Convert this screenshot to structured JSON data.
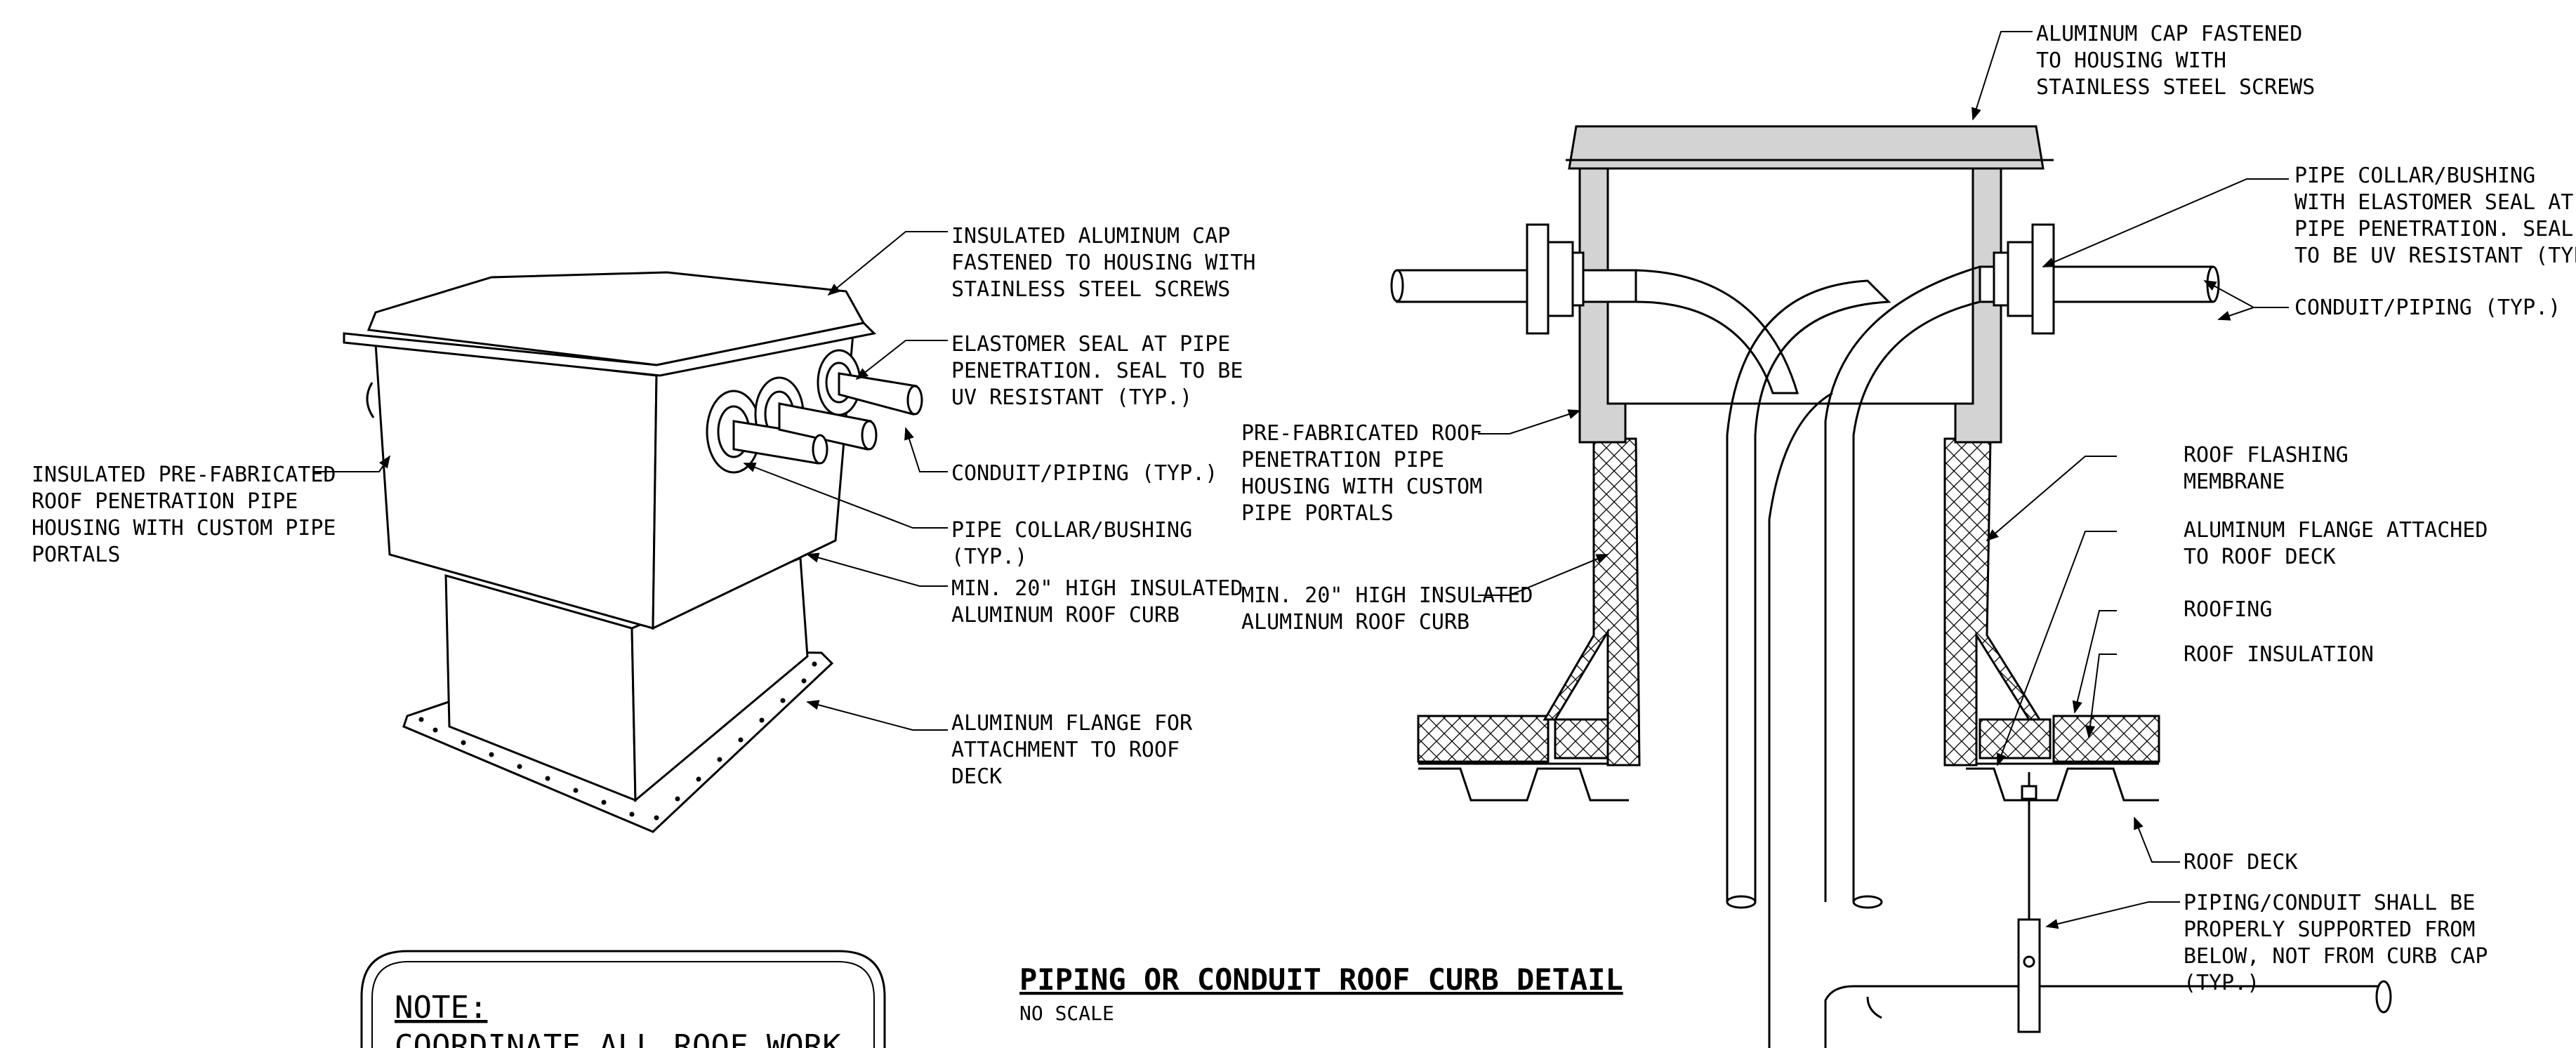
{
  "title": "PIPING OR CONDUIT ROOF CURB DETAIL",
  "subtitle": "NO SCALE",
  "note": {
    "heading": "NOTE:",
    "line1": "COORDINATE ALL ROOF WORK"
  },
  "isometric_labels": {
    "cap": [
      "INSULATED ALUMINUM CAP",
      "FASTENED TO HOUSING WITH",
      "STAINLESS STEEL SCREWS"
    ],
    "seal": [
      "ELASTOMER SEAL AT PIPE",
      "PENETRATION.  SEAL TO BE",
      "UV RESISTANT (TYP.)"
    ],
    "conduit": [
      "CONDUIT/PIPING (TYP.)"
    ],
    "housing": [
      "INSULATED PRE-FABRICATED",
      "ROOF PENETRATION PIPE",
      "HOUSING WITH CUSTOM PIPE",
      "PORTALS"
    ],
    "collar": [
      "PIPE COLLAR/BUSHING",
      "(TYP.)"
    ],
    "curb": [
      "MIN. 20\" HIGH INSULATED",
      "ALUMINUM ROOF CURB"
    ],
    "flange": [
      "ALUMINUM FLANGE FOR",
      "ATTACHMENT TO ROOF",
      "DECK"
    ]
  },
  "section_labels": {
    "cap": [
      "ALUMINUM CAP FASTENED",
      "TO HOUSING WITH",
      "STAINLESS STEEL SCREWS"
    ],
    "collar": [
      "PIPE COLLAR/BUSHING",
      "WITH ELASTOMER SEAL AT",
      "PIPE PENETRATION.  SEAL",
      "TO BE UV RESISTANT (TYP.)"
    ],
    "conduit": [
      "CONDUIT/PIPING (TYP.)"
    ],
    "housing": [
      "PRE-FABRICATED ROOF",
      "PENETRATION PIPE",
      "HOUSING WITH CUSTOM",
      "PIPE PORTALS"
    ],
    "curb": [
      "MIN. 20\" HIGH INSULATED",
      "ALUMINUM ROOF CURB"
    ],
    "flashing": [
      "ROOF FLASHING",
      "MEMBRANE"
    ],
    "flange": [
      "ALUMINUM FLANGE ATTACHED",
      "TO ROOF DECK"
    ],
    "roofing": [
      "ROOFING"
    ],
    "insulation": [
      "ROOF INSULATION"
    ],
    "deck": [
      "ROOF DECK"
    ],
    "support": [
      "PIPING/CONDUIT SHALL BE",
      "PROPERLY SUPPORTED FROM",
      "BELOW, NOT FROM CURB CAP",
      "(TYP.)"
    ]
  }
}
